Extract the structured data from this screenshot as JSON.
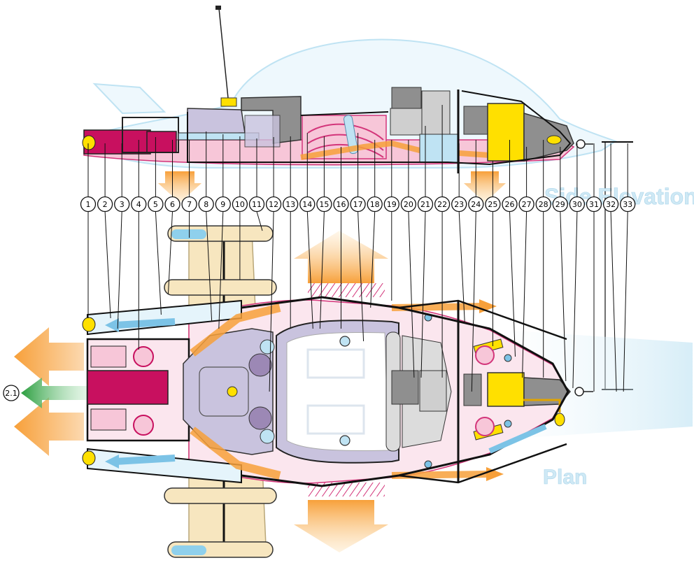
{
  "diagram": {
    "view_labels": {
      "side": "Side Elevation",
      "plan": "Plan"
    },
    "callouts": [
      "1",
      "2",
      "3",
      "4",
      "5",
      "6",
      "7",
      "8",
      "9",
      "10",
      "11",
      "12",
      "13",
      "14",
      "15",
      "16",
      "17",
      "18",
      "19",
      "20",
      "21",
      "22",
      "23",
      "24",
      "25",
      "26",
      "27",
      "28",
      "29",
      "30",
      "31",
      "32",
      "33"
    ],
    "extra_callout": "2.1",
    "colors": {
      "engine": "#c8105f",
      "engine_light": "#f7c6d8",
      "wing": "#f7e6bf",
      "fuselage": "#c9c3de",
      "cockpit_grey": "#8f8f8f",
      "cool_air": "#bfe3f3",
      "hot_air": "#f7a03a",
      "yellow": "#ffe000",
      "green_arrow": "#2a9d3e"
    }
  }
}
